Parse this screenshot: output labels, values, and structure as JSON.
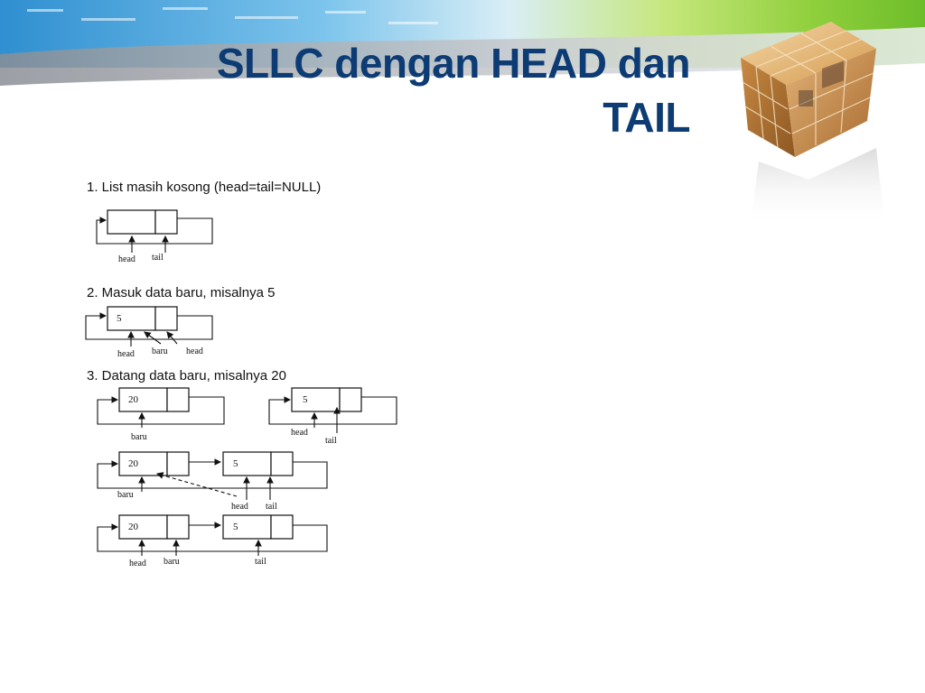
{
  "slide": {
    "title_line1": "SLLC dengan HEAD dan",
    "title_line2": "TAIL"
  },
  "steps": [
    {
      "label": "1.  List masih kosong (head=tail=NULL)"
    },
    {
      "label": "2.  Masuk data baru, misalnya 5"
    },
    {
      "label": "3.  Datang data baru, misalnya 20"
    }
  ],
  "diagrams": {
    "d1": {
      "pointers": [
        "head",
        "tail"
      ]
    },
    "d2": {
      "value": "5",
      "pointers": [
        "head",
        "baru",
        "head"
      ]
    },
    "d3a": {
      "value": "20",
      "pointers": [
        "baru"
      ]
    },
    "d3b": {
      "value": "5",
      "pointers": [
        "head",
        "tail"
      ]
    },
    "d3c": {
      "values": [
        "20",
        "5"
      ],
      "pointers": [
        "baru",
        "head",
        "tail"
      ]
    },
    "d3d": {
      "values": [
        "20",
        "5"
      ],
      "pointers": [
        "head",
        "baru",
        "tail"
      ]
    }
  },
  "colors": {
    "title": "#0d3b73",
    "banner_blue": "#3fa3dc",
    "banner_green": "#9bd24a"
  }
}
